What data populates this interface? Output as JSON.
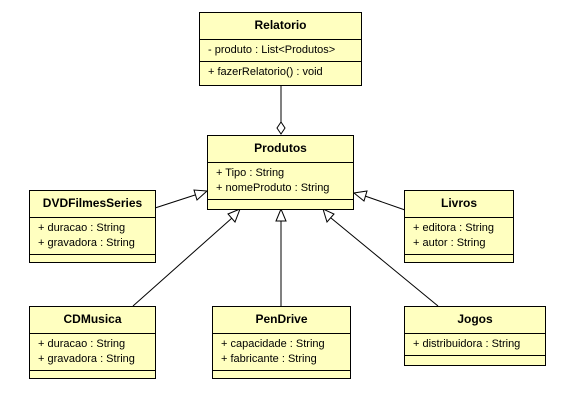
{
  "classes": {
    "relatorio": {
      "name": "Relatorio",
      "attributes": [
        "- produto : List<Produtos>"
      ],
      "operations": [
        "+ fazerRelatorio() : void"
      ]
    },
    "produtos": {
      "name": "Produtos",
      "attributes": [
        "+ Tipo : String",
        "+ nomeProduto : String"
      ],
      "operations": []
    },
    "dvdfilmesseries": {
      "name": "DVDFilmesSeries",
      "attributes": [
        "+ duracao : String",
        "+ gravadora : String"
      ],
      "operations": []
    },
    "livros": {
      "name": "Livros",
      "attributes": [
        "+ editora : String",
        "+ autor : String"
      ],
      "operations": []
    },
    "cdmusica": {
      "name": "CDMusica",
      "attributes": [
        "+ duracao : String",
        "+ gravadora : String"
      ],
      "operations": []
    },
    "pendrive": {
      "name": "PenDrive",
      "attributes": [
        "+ capacidade : String",
        "+ fabricante : String"
      ],
      "operations": []
    },
    "jogos": {
      "name": "Jogos",
      "attributes": [
        "+ distribuidora : String"
      ],
      "operations": []
    }
  },
  "relationships": [
    {
      "type": "aggregation",
      "from": "produtos",
      "to": "relatorio"
    },
    {
      "type": "generalization",
      "from": "dvdfilmesseries",
      "to": "produtos"
    },
    {
      "type": "generalization",
      "from": "livros",
      "to": "produtos"
    },
    {
      "type": "generalization",
      "from": "cdmusica",
      "to": "produtos"
    },
    {
      "type": "generalization",
      "from": "pendrive",
      "to": "produtos"
    },
    {
      "type": "generalization",
      "from": "jogos",
      "to": "produtos"
    }
  ],
  "colors": {
    "class_fill": "#ffffc0",
    "stroke": "#000000"
  }
}
